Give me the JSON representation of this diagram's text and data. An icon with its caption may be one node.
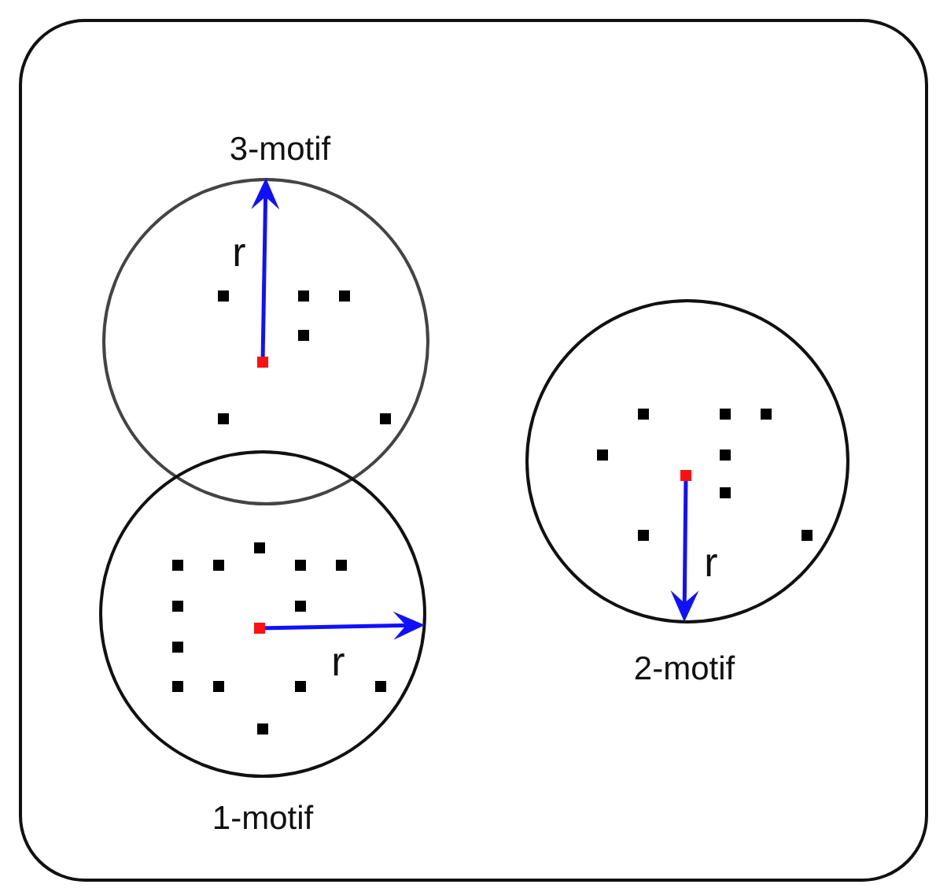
{
  "diagram": {
    "nodes": [
      {
        "text": [],
        "shape": "box"
      },
      {
        "text": [
          "3-motif",
          "r"
        ],
        "in": 0
      },
      {
        "text": [
          "r",
          "1-motif"
        ],
        "in": 0
      },
      {
        "text": [
          "r",
          "2-motif"
        ],
        "in": 0
      }
    ]
  }
}
